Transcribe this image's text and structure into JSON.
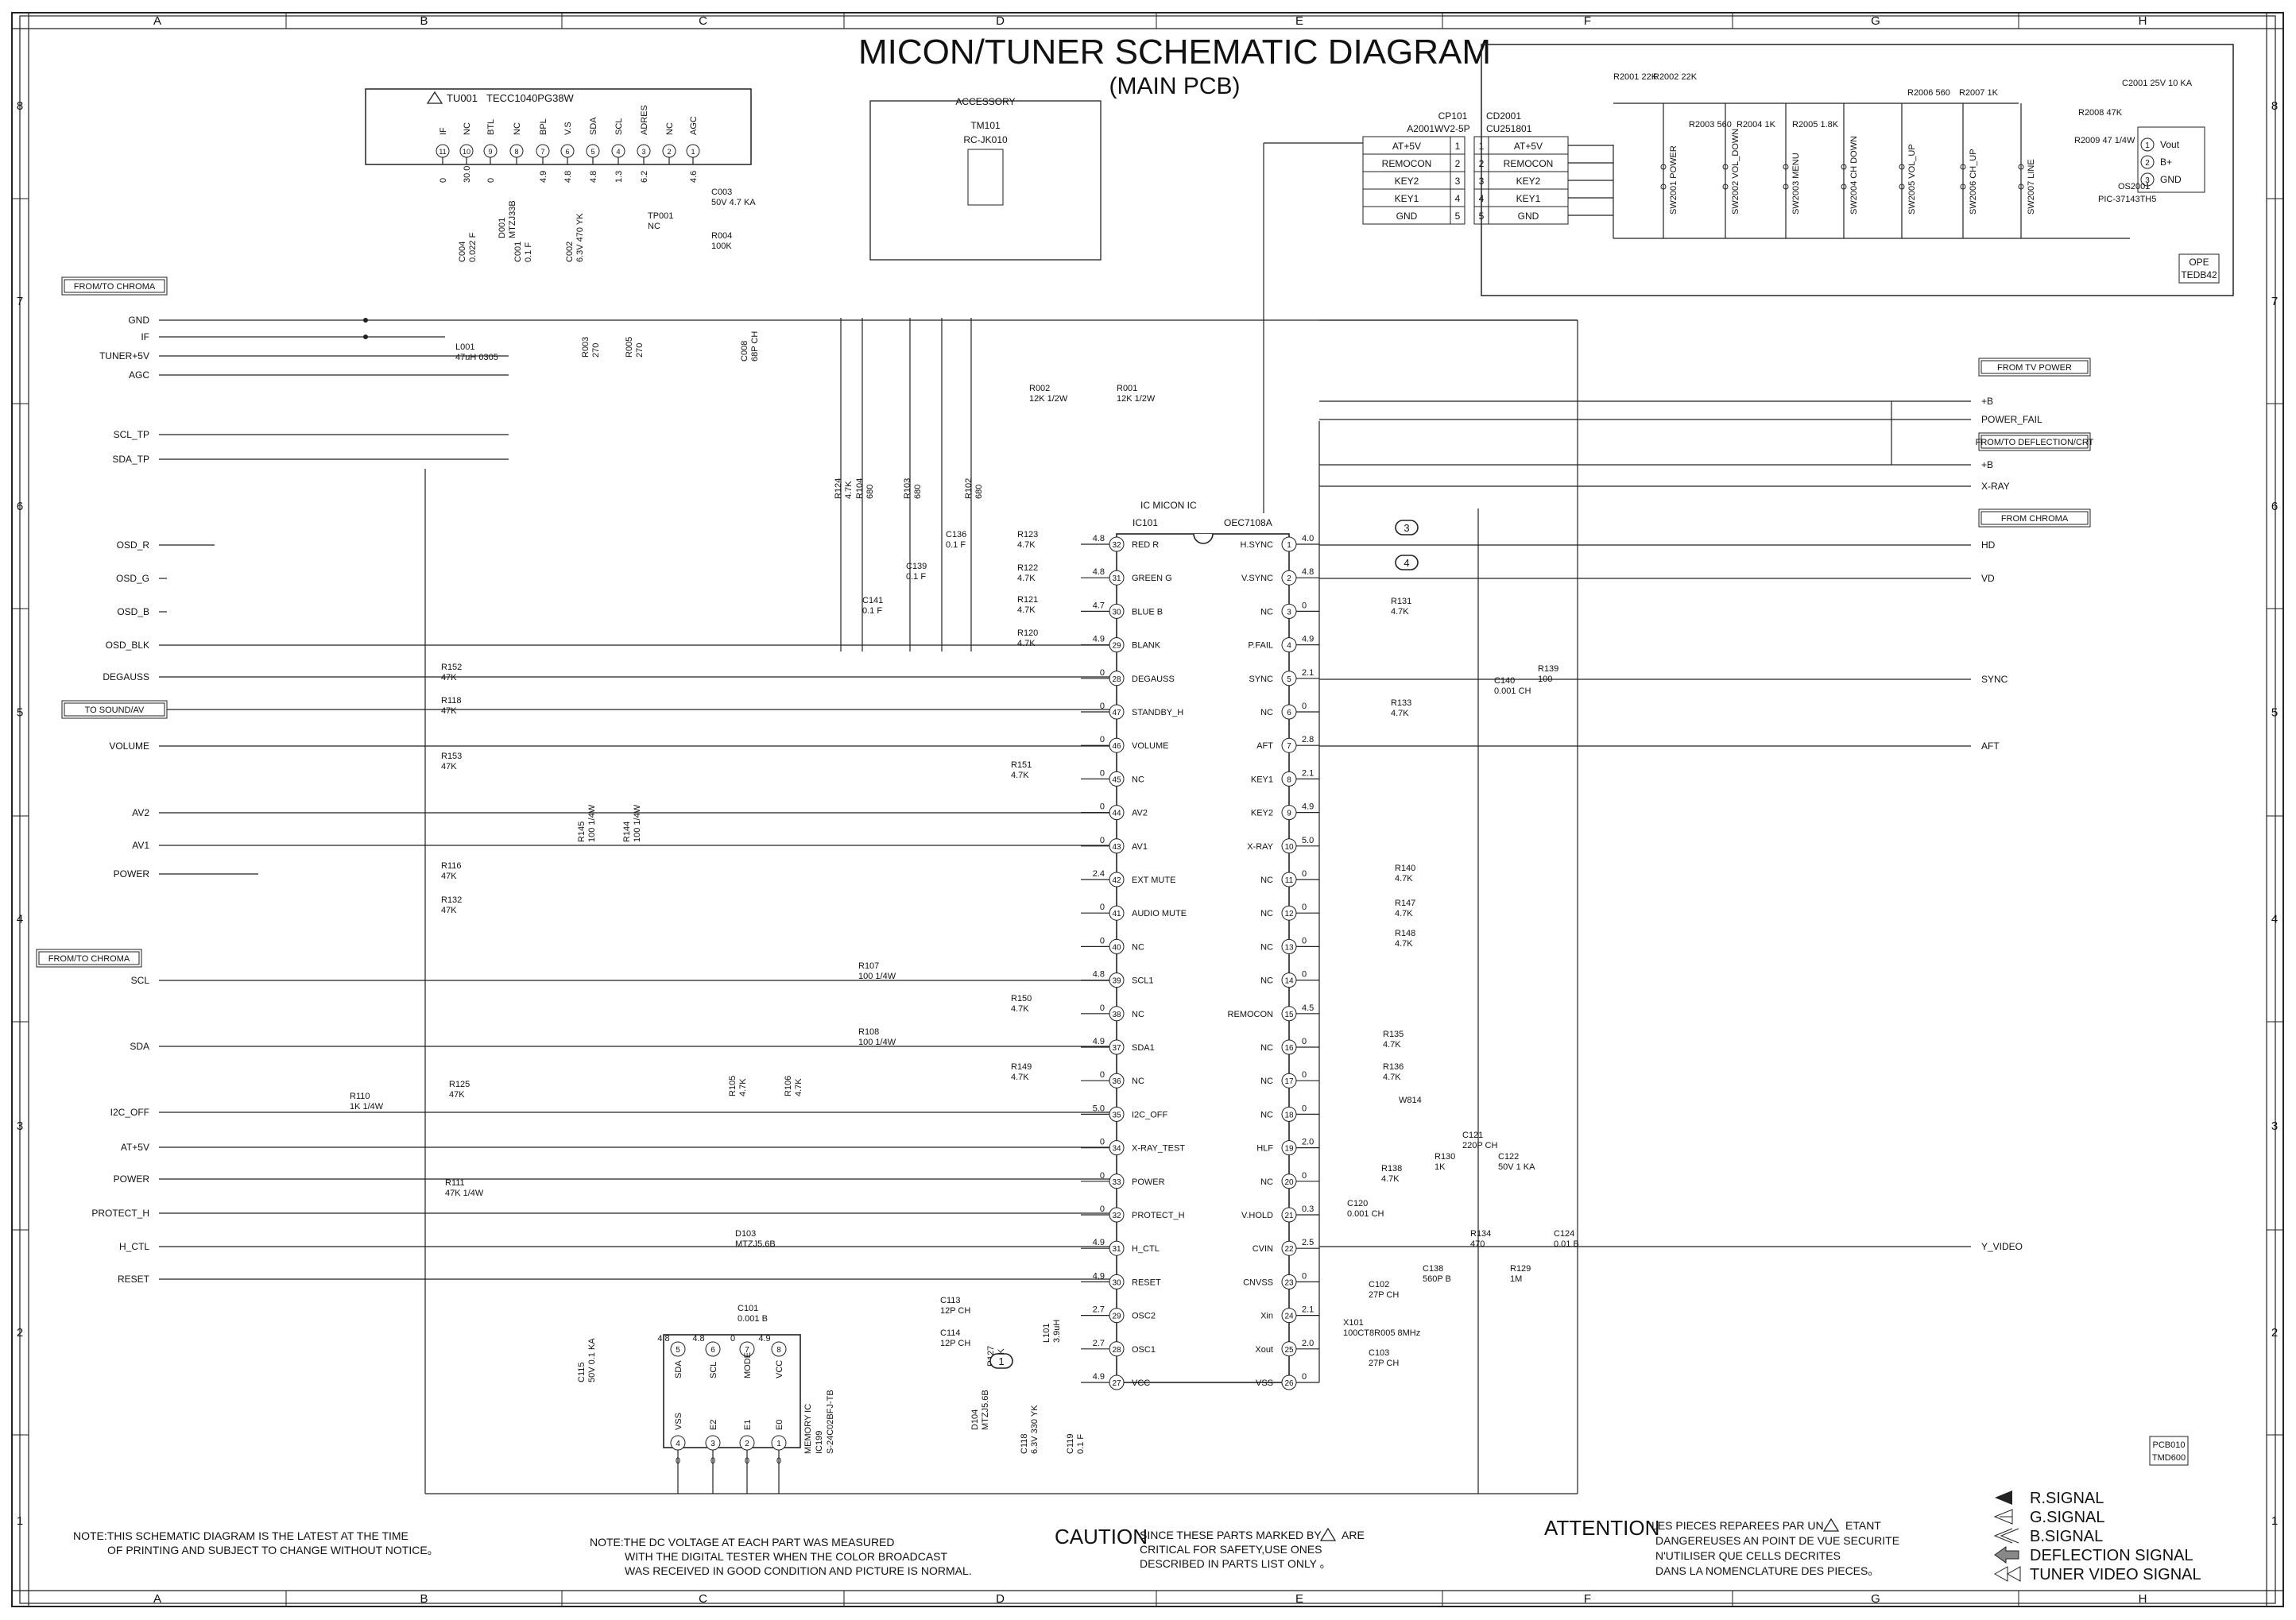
{
  "title": "MICON/TUNER SCHEMATIC DIAGRAM",
  "subtitle": "(MAIN PCB)",
  "columns": [
    "A",
    "B",
    "C",
    "D",
    "E",
    "F",
    "G",
    "H"
  ],
  "rows": [
    "8",
    "7",
    "6",
    "5",
    "4",
    "3",
    "2",
    "1"
  ],
  "tuner": {
    "ref": "TU001",
    "part": "TECC1040PG38W",
    "pin_names": [
      "IF",
      "NC",
      "BTL",
      "NC",
      "BPL",
      "V.S",
      "SDA",
      "SCL",
      "ADRES",
      "NC",
      "AGC"
    ],
    "pin_numbers": [
      "11",
      "10",
      "9",
      "8",
      "7",
      "6",
      "5",
      "4",
      "3",
      "2",
      "1"
    ],
    "voltages": [
      "0",
      "30.0",
      "0",
      "4.9",
      "4.8",
      "4.8",
      "1.3",
      "6.2",
      "4.6"
    ]
  },
  "accessory": {
    "title": "ACCESSORY",
    "ref": "TM101",
    "part": "RC-JK010"
  },
  "cp101": {
    "ref": "CP101",
    "part": "A2001WV2-5P"
  },
  "cd2001": {
    "ref": "CD2001",
    "part": "CU251801"
  },
  "connector_pins": [
    {
      "num": "1",
      "name": "AT+5V"
    },
    {
      "num": "2",
      "name": "REMOCON"
    },
    {
      "num": "3",
      "name": "KEY2"
    },
    {
      "num": "4",
      "name": "KEY1"
    },
    {
      "num": "5",
      "name": "GND"
    }
  ],
  "ope": {
    "ref": "OPE",
    "board": "TEDB42",
    "sensor_ref": "OS2001",
    "sensor_part": "PIC-37143TH5",
    "sensor_pins": [
      "Vout",
      "B+",
      "GND"
    ],
    "resistors": [
      "R2001 22K",
      "R2002 22K",
      "R2003 560",
      "R2004 1K",
      "R2005 1.8K",
      "R2006 560",
      "R2007 1K",
      "R2008 47K",
      "R2009 47 1/4W"
    ],
    "switches": [
      "SW2001 POWER",
      "SW2002 VOL_DOWN",
      "SW2003 MENU",
      "SW2004 CH DOWN",
      "SW2005 VOL_UP",
      "SW2006 CH_UP",
      "SW2007 LINE"
    ],
    "cap": "C2001 25V 10 KA"
  },
  "left_signals": [
    "GND",
    "IF",
    "TUNER+5V",
    "AGC",
    "SCL_TP",
    "SDA_TP",
    "OSD_R",
    "OSD_G",
    "OSD_B",
    "OSD_BLK",
    "DEGAUSS",
    "STANDBY_H",
    "VOLUME",
    "AV2",
    "AV1",
    "POWER",
    "SCL",
    "SDA",
    "I2C_OFF",
    "AT+5V",
    "POWER",
    "PROTECT_H",
    "H_CTL",
    "RESET"
  ],
  "left_boxes": [
    "FROM/TO CHROMA",
    "TO SOUND/AV",
    "FROM/TO CHROMA"
  ],
  "right_boxes": [
    "FROM TV POWER",
    "FROM/TO DEFLECTION/CRT",
    "FROM CHROMA"
  ],
  "right_signals": [
    "+B",
    "POWER_FAIL",
    "+B",
    "X-RAY",
    "HD",
    "VD",
    "SYNC",
    "AFT",
    "Y_VIDEO"
  ],
  "ic101": {
    "title": "IC MICON IC",
    "ref": "IC101",
    "part": "OEC7108A",
    "left_pins": [
      {
        "num": "32",
        "name": "RED R",
        "v": "4.8"
      },
      {
        "num": "31",
        "name": "GREEN G",
        "v": "4.8"
      },
      {
        "num": "30",
        "name": "BLUE B",
        "v": "4.7"
      },
      {
        "num": "29",
        "name": "BLANK",
        "v": "4.9"
      },
      {
        "num": "28",
        "name": "DEGAUSS",
        "v": "0"
      },
      {
        "num": "47",
        "name": "STANDBY_H",
        "v": "0"
      },
      {
        "num": "46",
        "name": "VOLUME",
        "v": "0"
      },
      {
        "num": "45",
        "name": "NC",
        "v": "0"
      },
      {
        "num": "44",
        "name": "AV2",
        "v": "0"
      },
      {
        "num": "43",
        "name": "AV1",
        "v": "0"
      },
      {
        "num": "42",
        "name": "EXT MUTE",
        "v": "2.4"
      },
      {
        "num": "41",
        "name": "AUDIO MUTE",
        "v": "0"
      },
      {
        "num": "40",
        "name": "NC",
        "v": "0"
      },
      {
        "num": "39",
        "name": "SCL1",
        "v": "4.8"
      },
      {
        "num": "38",
        "name": "NC",
        "v": "0"
      },
      {
        "num": "37",
        "name": "SDA1",
        "v": "4.9"
      },
      {
        "num": "36",
        "name": "NC",
        "v": "0"
      },
      {
        "num": "35",
        "name": "I2C_OFF",
        "v": "5.0"
      },
      {
        "num": "34",
        "name": "X-RAY_TEST",
        "v": "0"
      },
      {
        "num": "33",
        "name": "POWER",
        "v": "0"
      },
      {
        "num": "32",
        "name": "PROTECT_H",
        "v": "0"
      },
      {
        "num": "31",
        "name": "H_CTL",
        "v": "4.9"
      },
      {
        "num": "30",
        "name": "RESET",
        "v": "4.9"
      },
      {
        "num": "29",
        "name": "OSC2",
        "v": "2.7"
      },
      {
        "num": "28",
        "name": "OSC1",
        "v": "2.7"
      },
      {
        "num": "27",
        "name": "VCC",
        "v": "4.9"
      }
    ],
    "right_pins": [
      {
        "num": "1",
        "name": "H.SYNC",
        "v": "4.0"
      },
      {
        "num": "2",
        "name": "V.SYNC",
        "v": "4.8"
      },
      {
        "num": "3",
        "name": "NC",
        "v": "0"
      },
      {
        "num": "4",
        "name": "P.FAIL",
        "v": "4.9"
      },
      {
        "num": "5",
        "name": "SYNC",
        "v": "2.1"
      },
      {
        "num": "6",
        "name": "NC",
        "v": "0"
      },
      {
        "num": "7",
        "name": "AFT",
        "v": "2.8"
      },
      {
        "num": "8",
        "name": "KEY1",
        "v": "2.1"
      },
      {
        "num": "9",
        "name": "KEY2",
        "v": "4.9"
      },
      {
        "num": "10",
        "name": "X-RAY",
        "v": "5.0"
      },
      {
        "num": "11",
        "name": "NC",
        "v": "0"
      },
      {
        "num": "12",
        "name": "NC",
        "v": "0"
      },
      {
        "num": "13",
        "name": "NC",
        "v": "0"
      },
      {
        "num": "14",
        "name": "NC",
        "v": "0"
      },
      {
        "num": "15",
        "name": "REMOCON",
        "v": "4.5"
      },
      {
        "num": "16",
        "name": "NC",
        "v": "0"
      },
      {
        "num": "17",
        "name": "NC",
        "v": "0"
      },
      {
        "num": "18",
        "name": "NC",
        "v": "0"
      },
      {
        "num": "19",
        "name": "HLF",
        "v": "2.0"
      },
      {
        "num": "20",
        "name": "NC",
        "v": "0"
      },
      {
        "num": "21",
        "name": "V.HOLD",
        "v": "0.3"
      },
      {
        "num": "22",
        "name": "CVIN",
        "v": "2.5"
      },
      {
        "num": "23",
        "name": "CNVSS",
        "v": "0"
      },
      {
        "num": "24",
        "name": "Xin",
        "v": "2.1"
      },
      {
        "num": "25",
        "name": "Xout",
        "v": "2.0"
      },
      {
        "num": "26",
        "name": "VSS",
        "v": "0"
      }
    ]
  },
  "ic199": {
    "title": "MEMORY IC",
    "ref": "IC199",
    "part": "S-24C02BFJ-TB",
    "top_pins": [
      {
        "num": "5",
        "name": "SDA",
        "v": "4.8"
      },
      {
        "num": "6",
        "name": "SCL",
        "v": "4.8"
      },
      {
        "num": "7",
        "name": "MODE",
        "v": "0"
      },
      {
        "num": "8",
        "name": "VCC",
        "v": "4.9"
      }
    ],
    "bottom_pins": [
      {
        "num": "4",
        "name": "VSS",
        "v": "0"
      },
      {
        "num": "3",
        "name": "E2",
        "v": "0"
      },
      {
        "num": "2",
        "name": "E1",
        "v": "0"
      },
      {
        "num": "1",
        "name": "E0",
        "v": "0"
      }
    ]
  },
  "parts_left": [
    {
      "ref": "R124",
      "val": "4.7K"
    },
    {
      "ref": "R104",
      "val": "680"
    },
    {
      "ref": "R103",
      "val": "680"
    },
    {
      "ref": "R102",
      "val": "680"
    },
    {
      "ref": "C136",
      "val": "0.1 F"
    },
    {
      "ref": "C139",
      "val": "0.1 F"
    },
    {
      "ref": "C141",
      "val": "0.1 F"
    },
    {
      "ref": "R123",
      "val": "4.7K"
    },
    {
      "ref": "R122",
      "val": "4.7K"
    },
    {
      "ref": "R121",
      "val": "4.7K"
    },
    {
      "ref": "R120",
      "val": "4.7K"
    },
    {
      "ref": "R152",
      "val": "47K"
    },
    {
      "ref": "R118",
      "val": "47K"
    },
    {
      "ref": "R153",
      "val": "47K"
    },
    {
      "ref": "R116",
      "val": "47K"
    },
    {
      "ref": "R132",
      "val": "47K"
    },
    {
      "ref": "R151",
      "val": "4.7K"
    },
    {
      "ref": "R107",
      "val": "100 1/4W"
    },
    {
      "ref": "R108",
      "val": "100 1/4W"
    },
    {
      "ref": "R150",
      "val": "4.7K"
    },
    {
      "ref": "R149",
      "val": "4.7K"
    },
    {
      "ref": "R125",
      "val": "47K"
    },
    {
      "ref": "R110",
      "val": "1K 1/4W"
    },
    {
      "ref": "R111",
      "val": "47K 1/4W"
    },
    {
      "ref": "R145",
      "val": "100 1/4W"
    },
    {
      "ref": "R144",
      "val": "100 1/4W"
    },
    {
      "ref": "R105",
      "val": "4.7K"
    },
    {
      "ref": "R106",
      "val": "4.7K"
    },
    {
      "ref": "R002",
      "val": "12K 1/2W"
    },
    {
      "ref": "R001",
      "val": "12K 1/2W"
    },
    {
      "ref": "R003",
      "val": "270"
    },
    {
      "ref": "R005",
      "val": "270"
    },
    {
      "ref": "R004",
      "val": "100K"
    },
    {
      "ref": "C003",
      "val": "50V 4.7 KA"
    },
    {
      "ref": "C008",
      "val": "68P CH"
    },
    {
      "ref": "C004",
      "val": "0.022 F"
    },
    {
      "ref": "C001",
      "val": "0.1 F"
    },
    {
      "ref": "C002",
      "val": "6.3V 470 YK"
    },
    {
      "ref": "D001",
      "val": "MTZJ33B"
    },
    {
      "ref": "L001",
      "val": "47uH 0305"
    },
    {
      "ref": "TP001",
      "val": "NC"
    },
    {
      "ref": "D103",
      "val": "MTZJ5.6B"
    },
    {
      "ref": "C101",
      "val": "0.001 B"
    },
    {
      "ref": "C115",
      "val": "50V 0.1 KA"
    },
    {
      "ref": "C113",
      "val": "12P CH"
    },
    {
      "ref": "C114",
      "val": "12P CH"
    },
    {
      "ref": "R127",
      "val": "2.7K"
    },
    {
      "ref": "L101",
      "val": "3.9uH"
    },
    {
      "ref": "D104",
      "val": "MTZJ5.6B"
    },
    {
      "ref": "C118",
      "val": "6.3V 330 YK"
    },
    {
      "ref": "C119",
      "val": "0.1 F"
    }
  ],
  "parts_right": [
    {
      "ref": "R131",
      "val": "4.7K"
    },
    {
      "ref": "R139",
      "val": "100"
    },
    {
      "ref": "C140",
      "val": "0.001 CH"
    },
    {
      "ref": "R133",
      "val": "4.7K"
    },
    {
      "ref": "R140",
      "val": "4.7K"
    },
    {
      "ref": "R147",
      "val": "4.7K"
    },
    {
      "ref": "R148",
      "val": "4.7K"
    },
    {
      "ref": "R135",
      "val": "4.7K"
    },
    {
      "ref": "R136",
      "val": "4.7K"
    },
    {
      "ref": "W814",
      "val": ""
    },
    {
      "ref": "C121",
      "val": "220P CH"
    },
    {
      "ref": "R130",
      "val": "1K"
    },
    {
      "ref": "C122",
      "val": "50V 1 KA"
    },
    {
      "ref": "R138",
      "val": "4.7K"
    },
    {
      "ref": "C120",
      "val": "0.001 CH"
    },
    {
      "ref": "R134",
      "val": "470"
    },
    {
      "ref": "C124",
      "val": "0.01 B"
    },
    {
      "ref": "C138",
      "val": "560P B"
    },
    {
      "ref": "R129",
      "val": "1M"
    },
    {
      "ref": "C102",
      "val": "27P CH"
    },
    {
      "ref": "X101",
      "val": "100CT8R005 8MHz"
    },
    {
      "ref": "C103",
      "val": "27P CH"
    }
  ],
  "markers": [
    "3",
    "4",
    "1"
  ],
  "board_id": {
    "line1": "PCB010",
    "line2": "TMD600"
  },
  "notes": {
    "note1_line1": "NOTE:THIS SCHEMATIC DIAGRAM IS THE LATEST AT THE TIME",
    "note1_line2": "OF PRINTING AND SUBJECT TO CHANGE WITHOUT NOTICE。",
    "note2_line1": "NOTE:THE DC VOLTAGE AT EACH PART WAS MEASURED",
    "note2_line2": "WITH THE DIGITAL TESTER WHEN THE COLOR BROADCAST",
    "note2_line3": "WAS RECEIVED IN GOOD CONDITION AND PICTURE IS NORMAL.",
    "caution_title": "CAUTION",
    "caution_line1": "SINCE THESE PARTS MARKED BY",
    "caution_are": "ARE",
    "caution_line2": "CRITICAL FOR SAFETY,USE ONES",
    "caution_line3": "DESCRIBED IN PARTS LIST ONLY 。",
    "attention_title": "ATTENTION",
    "attention_line1a": "LES PIECES REPAREES PAR UN",
    "attention_line1b": "ETANT",
    "attention_line2": "DANGEREUSES AN POINT DE VUE SECURITE",
    "attention_line3": "N'UTILISER QUE CELLS DECRITES",
    "attention_line4": "DANS LA NOMENCLATURE DES PIECES。"
  },
  "legend": [
    "R.SIGNAL",
    "G.SIGNAL",
    "B.SIGNAL",
    "DEFLECTION SIGNAL",
    "TUNER VIDEO SIGNAL"
  ]
}
